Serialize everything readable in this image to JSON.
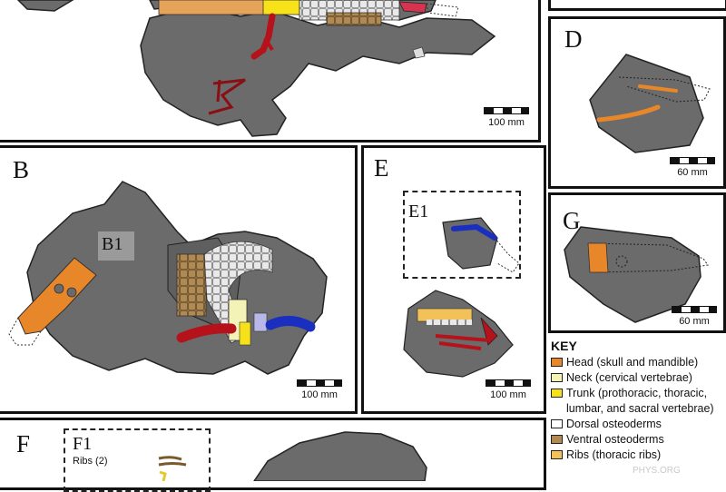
{
  "panels": {
    "B": "B",
    "B1": "B1",
    "D": "D",
    "E": "E",
    "E1": "E1",
    "F": "F",
    "F1": "F1",
    "G": "G"
  },
  "scales": {
    "A": "100 mm",
    "B": "100 mm",
    "D": "60 mm",
    "E": "100 mm",
    "G": "60 mm"
  },
  "f1_labels": {
    "ribs": "Ribs (2)"
  },
  "key": {
    "title": "KEY",
    "items": [
      {
        "label": "Head (skull and mandible)",
        "color": "#e8862a"
      },
      {
        "label": "Neck (cervical vertebrae)",
        "color": "#f3f3b8"
      },
      {
        "label": "Trunk (prothoracic, thoracic, lumbar, and sacral vertebrae)",
        "color": "#f7e21a"
      },
      {
        "label": "Dorsal osteoderms",
        "color": "#ffffff"
      },
      {
        "label": "Ventral osteoderms",
        "color": "#b08a55"
      },
      {
        "label": "Ribs (thoracic ribs)",
        "color": "#f2c15a"
      }
    ]
  },
  "watermark": "PHYS.ORG",
  "colors": {
    "slab": "#6b6b6b",
    "head": "#e8862a",
    "limb_red": "#b5121b",
    "limb_blue": "#1a2fbf",
    "osteoderm_brown": "#b08a55"
  }
}
